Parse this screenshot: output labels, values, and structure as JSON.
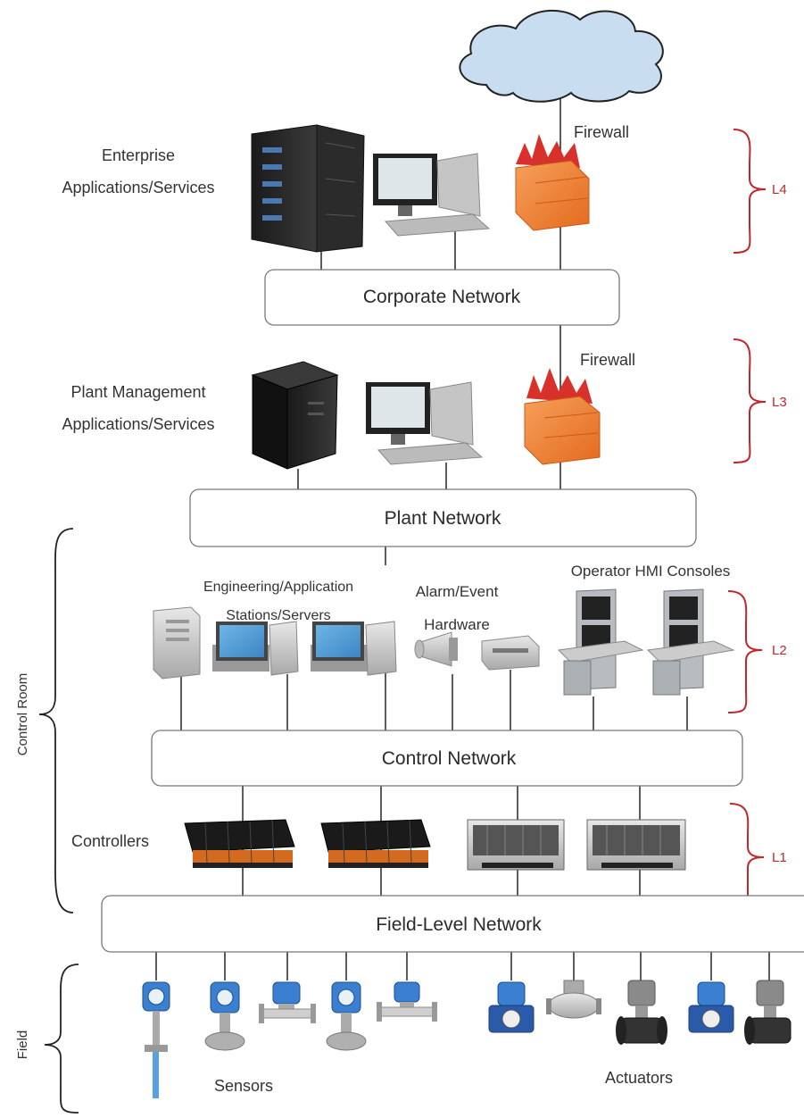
{
  "networks": {
    "corporate": "Corporate Network",
    "plant": "Plant Network",
    "control": "Control Network",
    "field": "Field-Level Network"
  },
  "labels": {
    "enterprise_1": "Enterprise",
    "enterprise_2": "Applications/Services",
    "firewall_top": "Firewall",
    "plant_mgmt_1": "Plant Management",
    "plant_mgmt_2": "Applications/Services",
    "firewall_mid": "Firewall",
    "engineering_1": "Engineering/Application",
    "engineering_2": "Stations/Servers",
    "alarm_1": "Alarm/Event",
    "alarm_2": "Hardware",
    "operator": "Operator HMI Consoles",
    "controllers": "Controllers",
    "sensors": "Sensors",
    "actuators": "Actuators"
  },
  "levels": {
    "l4": "L4",
    "l3": "L3",
    "l2": "L2",
    "l1": "L1"
  },
  "zones": {
    "control_room": "Control Room",
    "field": "Field"
  },
  "colors": {
    "level_brace": "#c0262c",
    "firewall": "#f08030",
    "flame": "#d8302a",
    "cloud": "#c9ddf1",
    "monitor_screen": "#5aa8d8",
    "device_blue": "#2a6fc0"
  },
  "icons": [
    "cloud-icon",
    "server-rack-icon",
    "desktop-computer-icon",
    "firewall-icon",
    "tower-server-icon",
    "siren-icon",
    "printer-icon",
    "hmi-console-icon",
    "controller-rack-icon",
    "sensor-transmitter-icon",
    "valve-actuator-icon"
  ]
}
